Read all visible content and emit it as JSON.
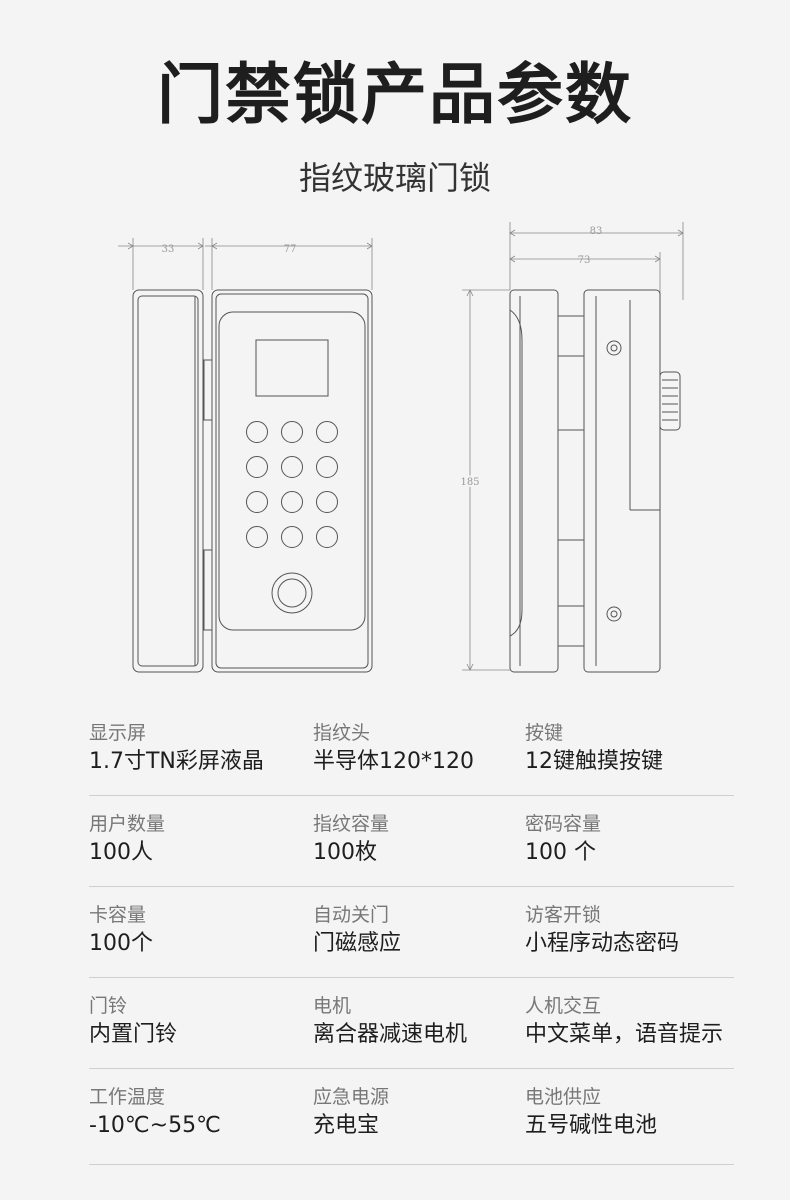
{
  "title": "门禁锁产品参数",
  "subtitle": "指纹玻璃门锁",
  "dimensions": {
    "side_width": "33",
    "front_width": "77",
    "depth_total": "83",
    "depth_body": "73",
    "height": "185"
  },
  "specs": [
    [
      {
        "label": "显示屏",
        "value": "1.7寸TN彩屏液晶"
      },
      {
        "label": "指纹头",
        "value": "半导体120*120"
      },
      {
        "label": "按键",
        "value": "12键触摸按键"
      }
    ],
    [
      {
        "label": "用户数量",
        "value": "100人"
      },
      {
        "label": "指纹容量",
        "value": "100枚"
      },
      {
        "label": "密码容量",
        "value": "100 个"
      }
    ],
    [
      {
        "label": "卡容量",
        "value": "100个"
      },
      {
        "label": "自动关门",
        "value": "门磁感应"
      },
      {
        "label": "访客开锁",
        "value": "小程序动态密码"
      }
    ],
    [
      {
        "label": "门铃",
        "value": "内置门铃"
      },
      {
        "label": "电机",
        "value": "离合器减速电机"
      },
      {
        "label": "人机交互",
        "value": "中文菜单，语音提示"
      }
    ],
    [
      {
        "label": "工作温度",
        "value": "-10℃~55℃"
      },
      {
        "label": "应急电源",
        "value": "充电宝"
      },
      {
        "label": "电池供应",
        "value": "五号碱性电池"
      }
    ]
  ]
}
